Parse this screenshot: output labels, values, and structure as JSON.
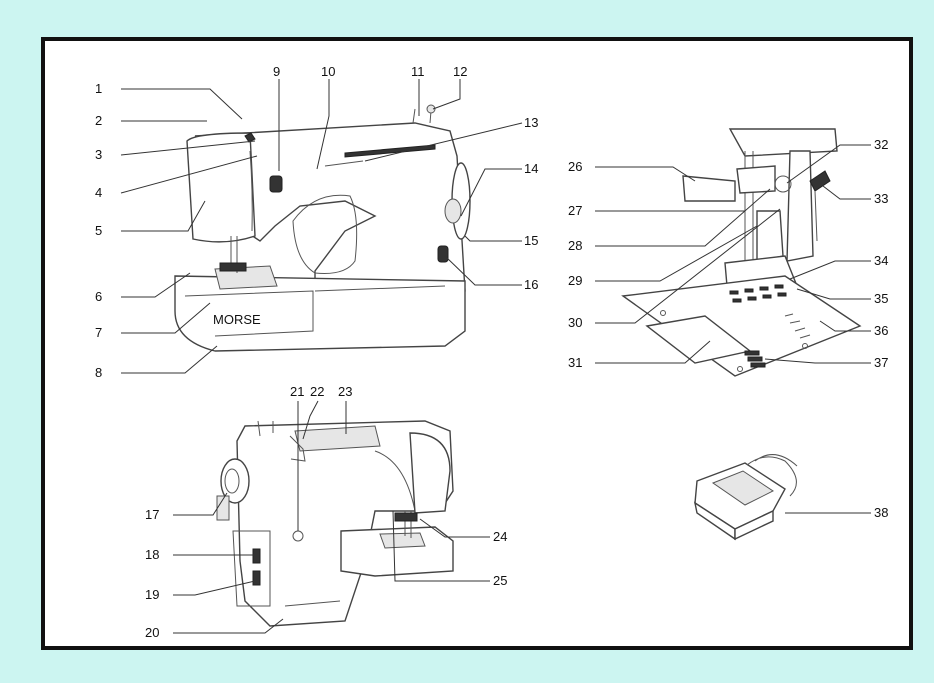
{
  "labels": {
    "l1": "1",
    "l2": "2",
    "l3": "3",
    "l4": "4",
    "l5": "5",
    "l6": "6",
    "l7": "7",
    "l8": "8",
    "l9": "9",
    "l10": "10",
    "l11": "11",
    "l12": "12",
    "l13": "13",
    "l14": "14",
    "l15": "15",
    "l16": "16",
    "l17": "17",
    "l18": "18",
    "l19": "19",
    "l20": "20",
    "l21": "21",
    "l22": "22",
    "l23": "23",
    "l24": "24",
    "l25": "25",
    "l26": "26",
    "l27": "27",
    "l28": "28",
    "l29": "29",
    "l30": "30",
    "l31": "31",
    "l32": "32",
    "l33": "33",
    "l34": "34",
    "l35": "35",
    "l36": "36",
    "l37": "37",
    "l38": "38"
  },
  "brand_text": "MORSE",
  "colors": {
    "background": "#ccf5f1",
    "frame": "#111111",
    "panel": "#ffffff"
  }
}
